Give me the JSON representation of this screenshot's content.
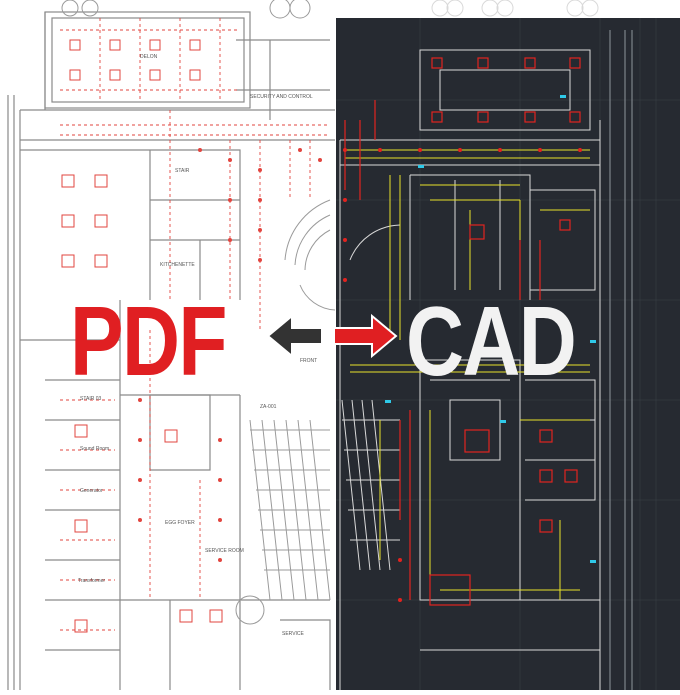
{
  "banner": {
    "left_label": "PDF",
    "right_label": "CAD",
    "left_color": "#e01f22",
    "right_color": "#f2f2f2",
    "cad_background": "#262a31",
    "arrow_left_color": "#333333",
    "arrow_right_color": "#e01f22"
  },
  "pdf_plan": {
    "room_labels": [
      "DELON",
      "SECURITY AND CONTROL",
      "STAIR",
      "KITCHENETTE",
      "STAIR 03",
      "Sound Room",
      "Generator",
      "Transformer",
      "EGG FOYER",
      "SERVICE",
      "SERVICE ROOM",
      "FRONT",
      "ZA-001"
    ]
  }
}
